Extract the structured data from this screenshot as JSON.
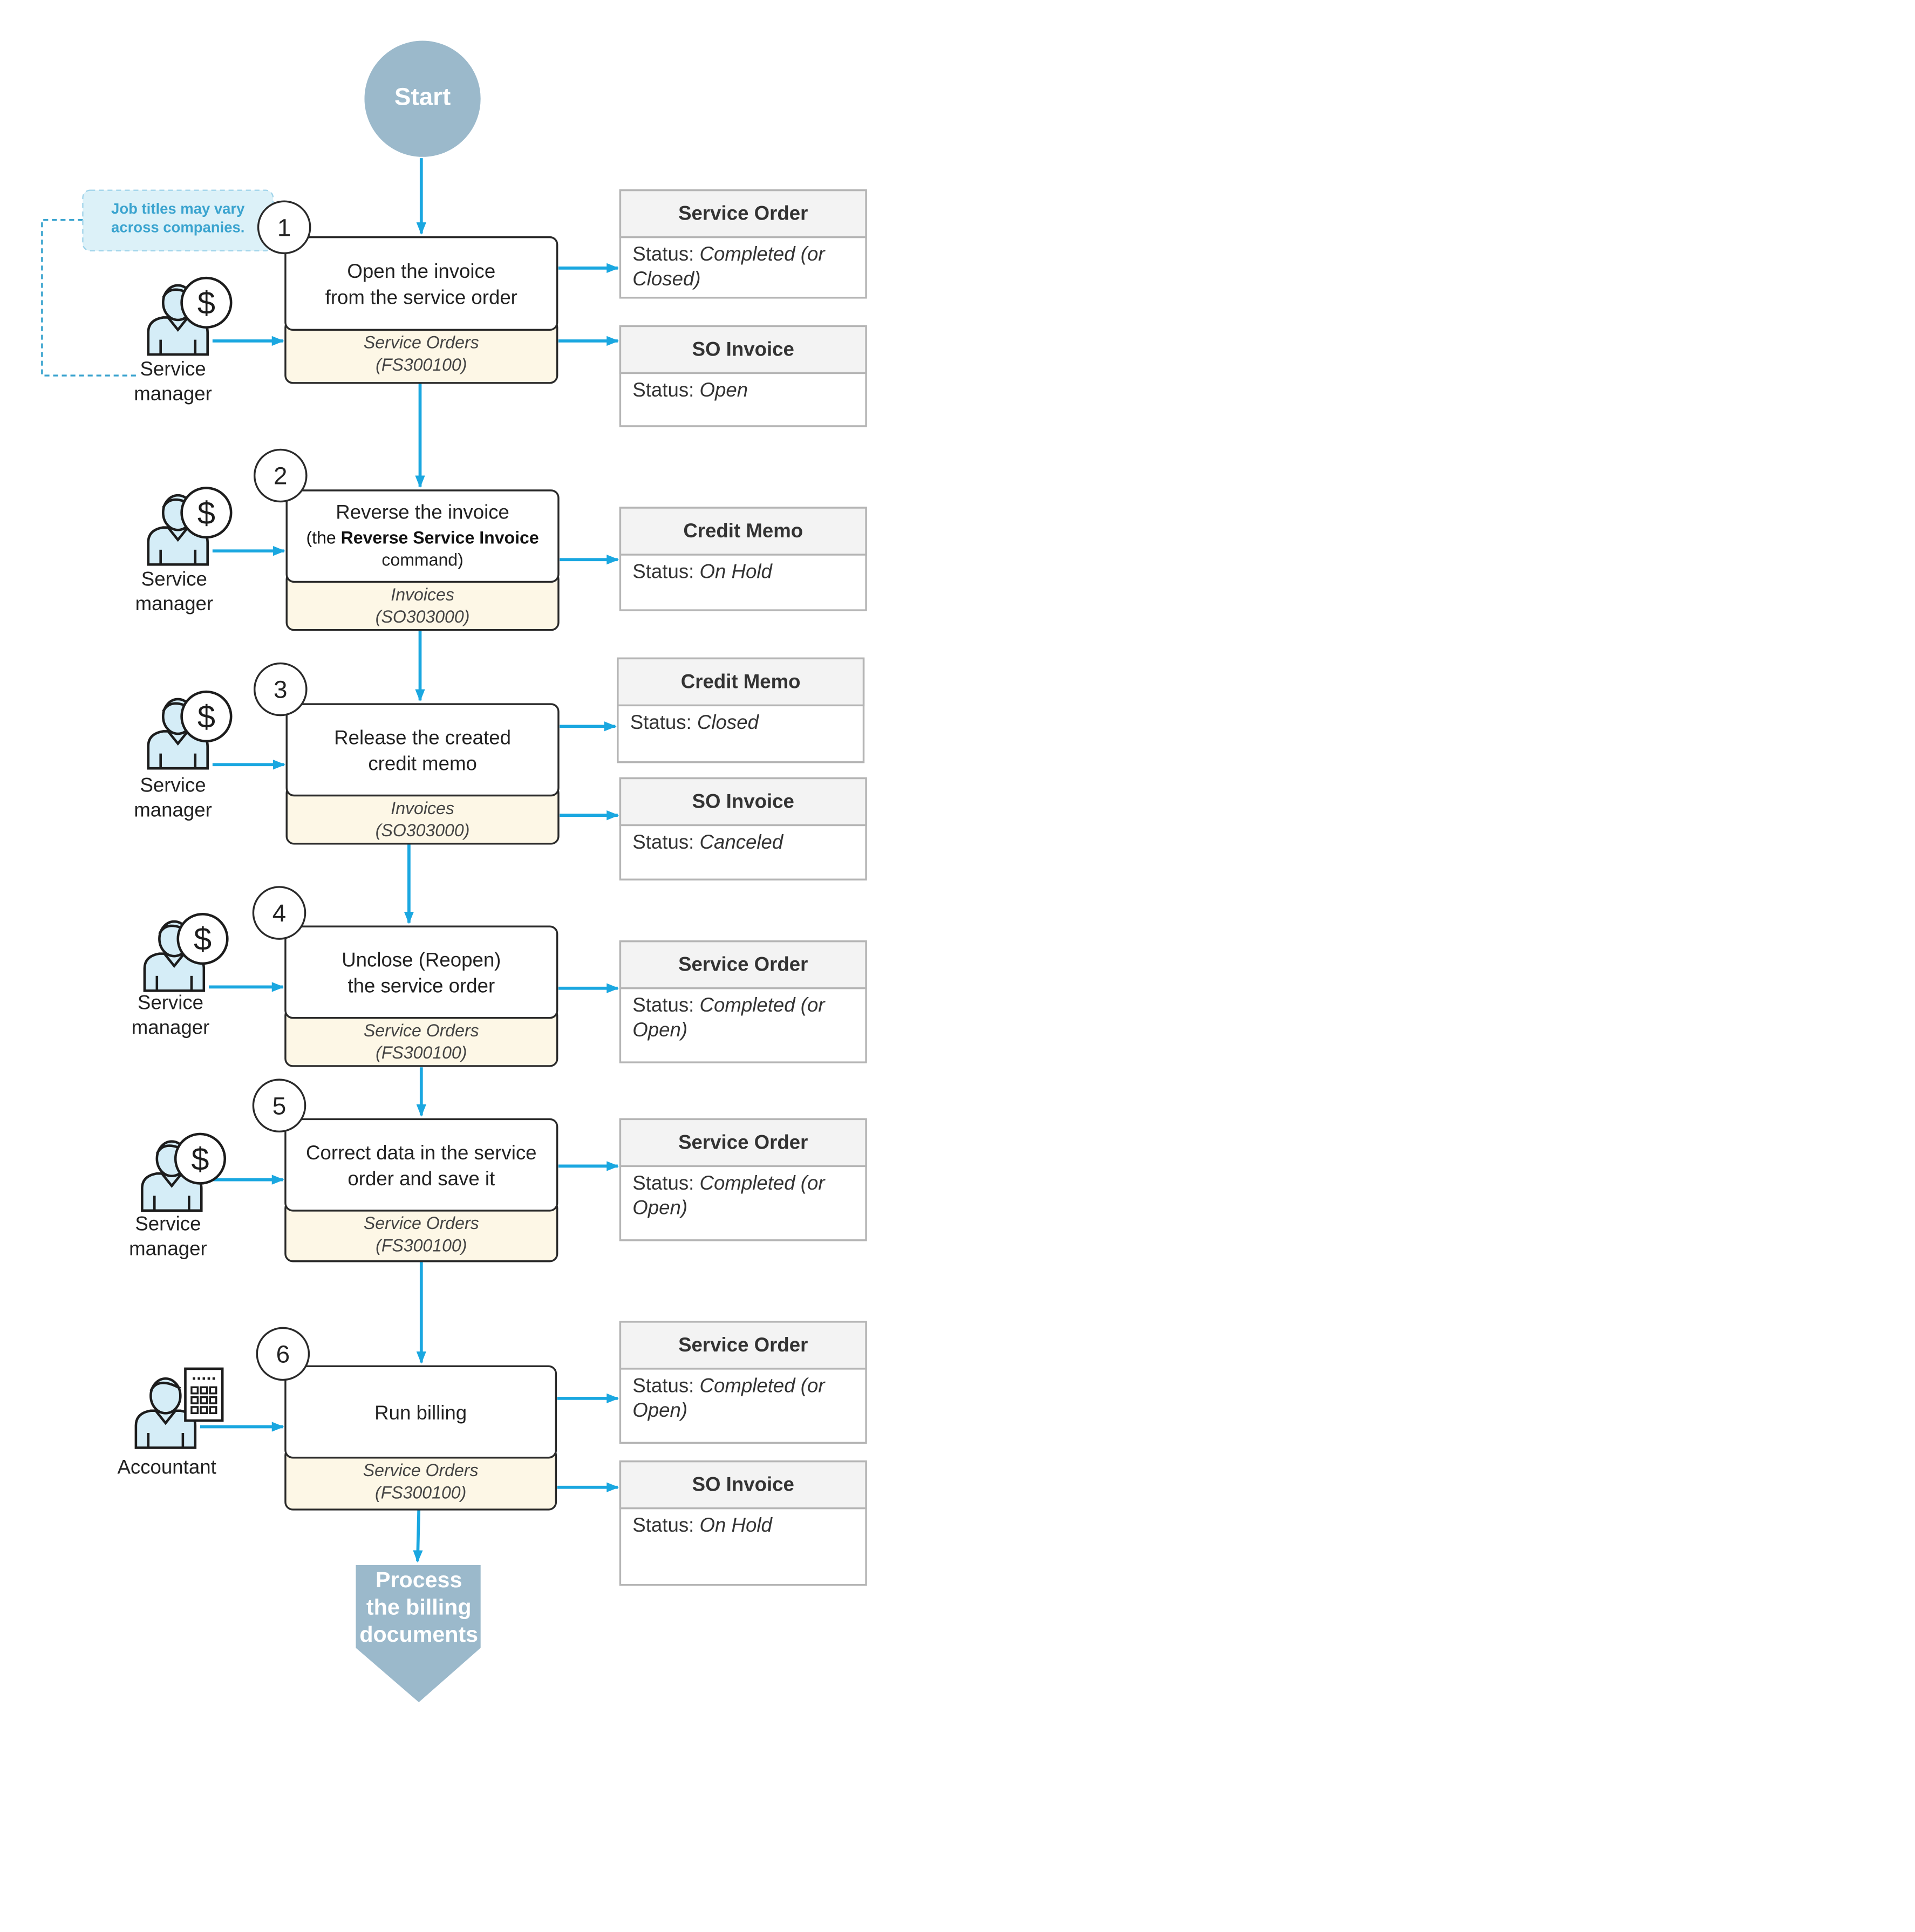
{
  "start": {
    "label": "Start"
  },
  "note": {
    "line1": "Job titles may vary",
    "line2": "across companies."
  },
  "colors": {
    "arrow": "#1aa7e0",
    "start_fill": "#9bb9cb",
    "form_fill": "#fdf7e6",
    "doc_header_fill": "#f3f3f3",
    "doc_border": "#b5b5b5",
    "note_fill": "#dcf1f8",
    "note_text": "#3ba4cf",
    "person_fill": "#d5edf7"
  },
  "steps": [
    {
      "number": "1",
      "role": [
        "Service",
        "manager"
      ],
      "role_icon": "service-manager-dollar-icon",
      "title": [
        "Open the invoice",
        "from the service order"
      ],
      "form": [
        "Service Orders",
        "(FS300100)"
      ],
      "documents": [
        {
          "name": "Service Order",
          "status_label": "Status:",
          "status_lines": [
            "Completed (or",
            "Closed)"
          ]
        },
        {
          "name": "SO Invoice",
          "status_label": "Status:",
          "status_lines": [
            "Open"
          ]
        }
      ]
    },
    {
      "number": "2",
      "role": [
        "Service",
        "manager"
      ],
      "role_icon": "service-manager-dollar-icon",
      "title": [
        "Reverse the invoice"
      ],
      "title_detail": {
        "prefix": "(the",
        "bold": "Reverse Service Invoice",
        "suffix": "command)"
      },
      "form": [
        "Invoices",
        "(SO303000)"
      ],
      "documents": [
        {
          "name": "Credit Memo",
          "status_label": "Status:",
          "status_lines": [
            "On Hold"
          ]
        }
      ]
    },
    {
      "number": "3",
      "role": [
        "Service",
        "manager"
      ],
      "role_icon": "service-manager-dollar-icon",
      "title": [
        "Release the created",
        "credit memo"
      ],
      "form": [
        "Invoices",
        "(SO303000)"
      ],
      "documents": [
        {
          "name": "Credit Memo",
          "status_label": "Status:",
          "status_lines": [
            "Closed"
          ]
        },
        {
          "name": "SO Invoice",
          "status_label": "Status:",
          "status_lines": [
            "Canceled"
          ]
        }
      ]
    },
    {
      "number": "4",
      "role": [
        "Service",
        "manager"
      ],
      "role_icon": "service-manager-dollar-icon",
      "title": [
        "Unclose (Reopen)",
        "the service order"
      ],
      "form": [
        "Service Orders",
        "(FS300100)"
      ],
      "documents": [
        {
          "name": "Service Order",
          "status_label": "Status:",
          "status_lines": [
            "Completed (or",
            "Open)"
          ]
        }
      ]
    },
    {
      "number": "5",
      "role": [
        "Service",
        "manager"
      ],
      "role_icon": "service-manager-dollar-icon",
      "title": [
        "Correct data in the service",
        "order and save it"
      ],
      "form": [
        "Service Orders",
        "(FS300100)"
      ],
      "documents": [
        {
          "name": "Service Order",
          "status_label": "Status:",
          "status_lines": [
            "Completed (or",
            "Open)"
          ]
        }
      ]
    },
    {
      "number": "6",
      "role": [
        "Accountant"
      ],
      "role_icon": "accountant-calculator-icon",
      "title": [
        "Run billing"
      ],
      "form": [
        "Service Orders",
        "(FS300100)"
      ],
      "documents": [
        {
          "name": "Service Order",
          "status_label": "Status:",
          "status_lines": [
            "Completed (or",
            "Open)"
          ]
        },
        {
          "name": "SO Invoice",
          "status_label": "Status:",
          "status_lines": [
            "On Hold"
          ]
        }
      ]
    }
  ],
  "end": {
    "lines": [
      "Process",
      "the billing",
      "documents"
    ]
  }
}
